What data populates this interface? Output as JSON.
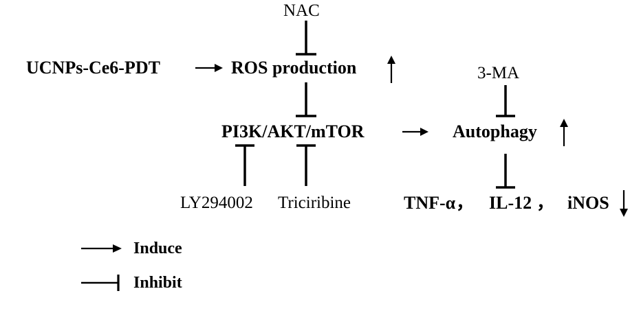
{
  "nodes": {
    "nac": "NAC",
    "ucnp": "UCNPs-Ce6-PDT",
    "ros": "ROS production",
    "ma3": "3-MA",
    "pi3k": "PI3K/AKT/mTOR",
    "autophagy": "Autophagy",
    "ly": "LY294002",
    "triciribine": "Triciribine",
    "tnf": "TNF-α",
    "il12": "IL-12",
    "inos": "iNOS",
    "sep1": "，",
    "sep2": "，"
  },
  "legend": {
    "induce": "Induce",
    "inhibit": "Inhibit"
  },
  "icons": {
    "up": "up-arrow-icon",
    "down": "down-arrow-icon",
    "induce": "induce-arrow-icon",
    "inhibit": "inhibit-bar-icon"
  },
  "colors": {
    "ink": "#000000",
    "background": "#ffffff"
  }
}
